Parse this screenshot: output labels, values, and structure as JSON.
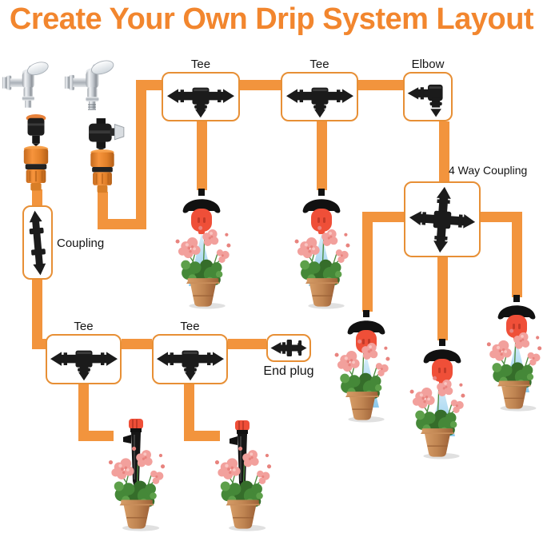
{
  "title": "Create Your Own Drip System Layout",
  "labels": {
    "tee": "Tee",
    "elbow": "Elbow",
    "four_way_coupling": "4 Way Coupling",
    "coupling": "Coupling",
    "end_plug": "End plug"
  },
  "colors": {
    "title_orange": "#F2862E",
    "pipe_orange": "#F2943D",
    "box_border_orange": "#E78F35",
    "fitting_black": "#1B1B1B",
    "dripper_red": "#EF4F38",
    "spray_blue": "#7FC4E8",
    "pot_terracotta": "#BB7B4D",
    "flower_pink": "#F2A09C",
    "leaf_green": "#44823A"
  }
}
